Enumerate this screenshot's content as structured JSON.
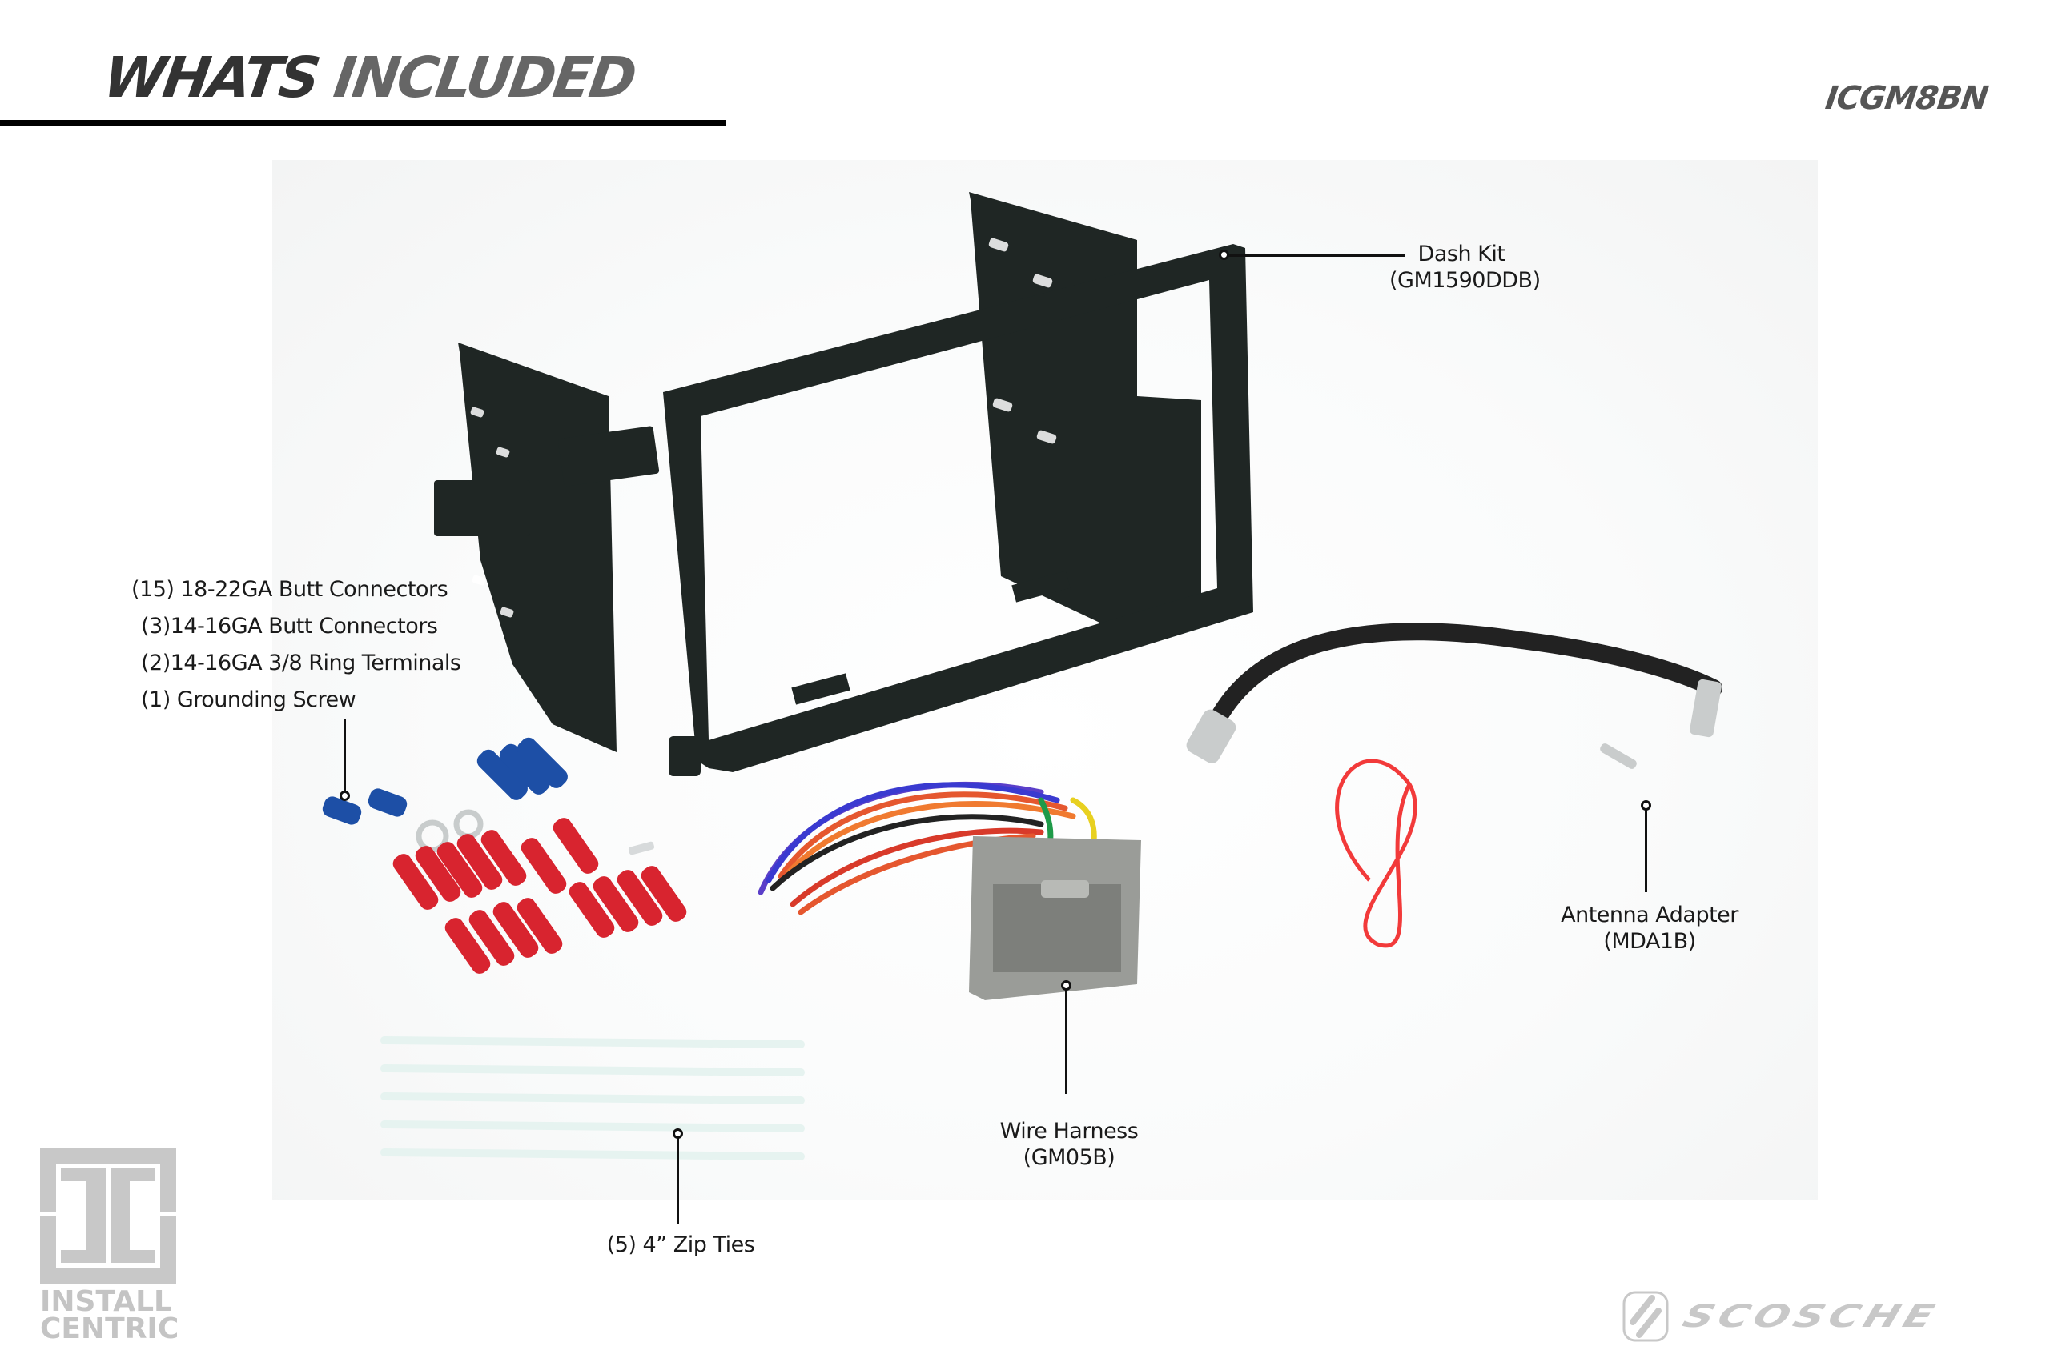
{
  "header": {
    "title_part1": "WHATS",
    "title_part2": "INCLUDED",
    "sku": "ICGM8BN"
  },
  "callouts": {
    "dash_kit": {
      "name": "Dash Kit",
      "part": "(GM1590DDB)"
    },
    "hardware": {
      "lines": [
        "(15) 18-22GA Butt Connectors",
        "(3)14-16GA Butt Connectors",
        "(2)14-16GA 3/8 Ring Terminals",
        "(1) Grounding Screw"
      ]
    },
    "antenna_adapter": {
      "name": "Antenna Adapter",
      "part": "(MDA1B)"
    },
    "wire_harness": {
      "name": "Wire Harness",
      "part": "(GM05B)"
    },
    "zip_ties": {
      "name": "(5) 4” Zip Ties"
    }
  },
  "logos": {
    "install_centric": {
      "line1": "INSTALL",
      "line2": "CENTRIC"
    },
    "scosche": {
      "text": "SCOSCHE"
    }
  },
  "colors": {
    "title_dark": "#333333",
    "title_light": "#666666",
    "dash_kit": "#1f2624",
    "connector_red": "#d8242f",
    "connector_blue": "#1d4fa6",
    "harness_gray": "#9a9c98",
    "logo_gray": "#c8c8c8"
  }
}
